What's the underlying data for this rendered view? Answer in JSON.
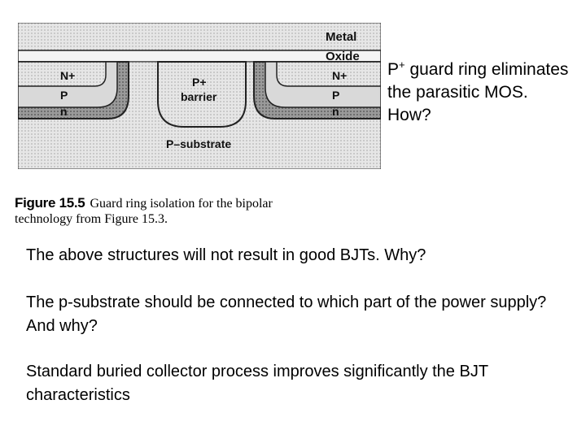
{
  "figure": {
    "layer_labels": {
      "metal": "Metal",
      "oxide": "Oxide"
    },
    "left_region": {
      "n_plus": "N+",
      "p": "P",
      "n": "n"
    },
    "right_region": {
      "n_plus": "N+",
      "p": "P",
      "n": "n"
    },
    "barrier": {
      "line1": "P+",
      "line2": "barrier"
    },
    "substrate_label": "P–substrate",
    "colors": {
      "fill_light": "#e3e3e3",
      "fill_dark": "#8a8a8a",
      "outline": "#1a1a1a",
      "metal": "#bdbdbd"
    }
  },
  "caption": {
    "figure_number": "Figure 15.5",
    "text_line1": "Guard ring isolation for the bipolar",
    "text_line2": "technology from Figure 15.3."
  },
  "side_note": {
    "p_plus": "P",
    "superscript": "+",
    "rest": " guard ring eliminates the parasitic MOS. How?"
  },
  "questions": {
    "q1": "The above structures will not result in good BJTs. Why?",
    "q2": "The p-substrate should be connected to which part of the power supply? And why?",
    "q3": "Standard buried collector process improves significantly the BJT characteristics"
  }
}
